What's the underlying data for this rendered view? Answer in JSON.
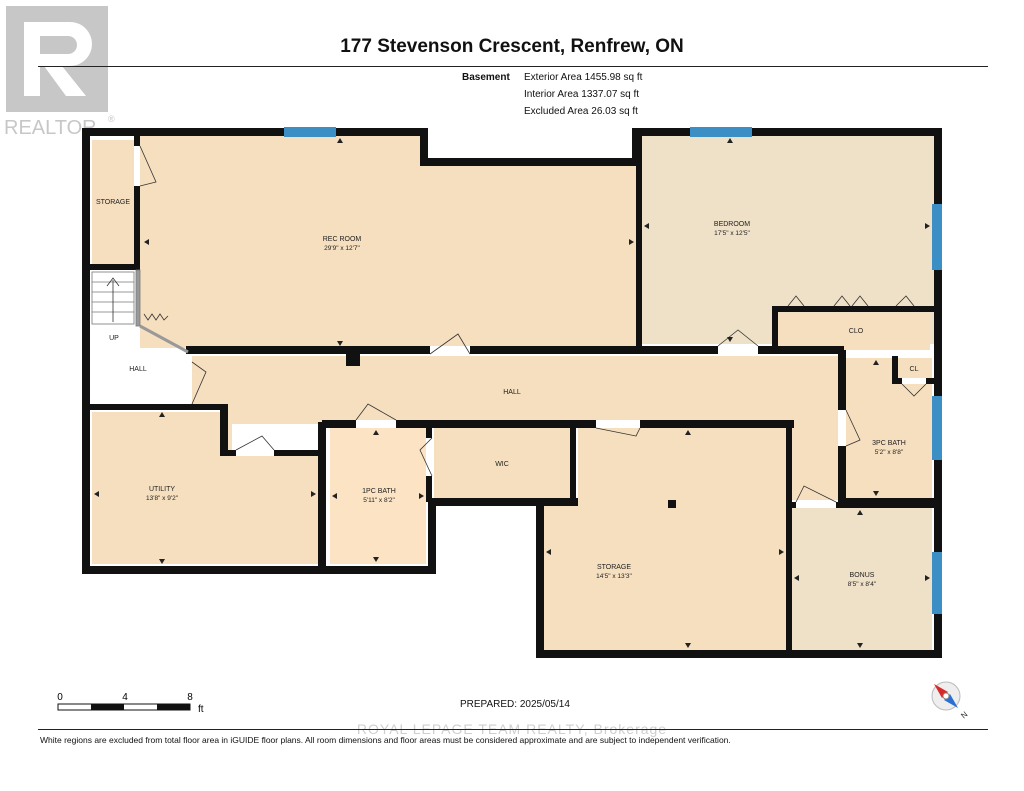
{
  "header": {
    "title": "177 Stevenson Crescent, Renfrew, ON",
    "floor_label": "Basement",
    "exterior_area": "Exterior Area 1455.98 sq ft",
    "interior_area": "Interior Area 1337.07 sq ft",
    "excluded_area": "Excluded Area 26.03 sq ft"
  },
  "logo": {
    "text": "REALTOR",
    "mark": "®"
  },
  "rooms": {
    "storage_top": {
      "name": "STORAGE"
    },
    "rec_room": {
      "name": "REC ROOM",
      "dims": "29'9\" x 12'7\""
    },
    "bedroom": {
      "name": "BEDROOM",
      "dims": "17'5\" x 12'5\""
    },
    "clo": {
      "name": "CLO"
    },
    "stairs": {
      "name": "UP"
    },
    "hall_small": {
      "name": "HALL"
    },
    "hall_main": {
      "name": "HALL"
    },
    "cl": {
      "name": "CL"
    },
    "bath3": {
      "name": "3PC BATH",
      "dims": "5'2\" x 8'8\""
    },
    "utility": {
      "name": "UTILITY",
      "dims": "13'8\" x 9'2\""
    },
    "bath1": {
      "name": "1PC BATH",
      "dims": "5'11\" x 8'2\""
    },
    "wic": {
      "name": "WIC"
    },
    "storage_main": {
      "name": "STORAGE",
      "dims": "14'5\" x 13'3\""
    },
    "bonus": {
      "name": "BONUS",
      "dims": "8'5\" x 8'4\""
    }
  },
  "scale": {
    "t0": "0",
    "t1": "4",
    "t2": "8",
    "unit": "ft"
  },
  "prepared": "PREPARED: 2025/05/14",
  "brokerage": "ROYAL LEPAGE TEAM REALTY, Brokerage",
  "footer": "White regions are excluded from total floor area in iGUIDE floor plans. All room dimensions and floor areas must be considered approximate and are subject to independent verification.",
  "colors": {
    "wall": "#111111",
    "room_fill": "#f6dfbf",
    "bedroom_fill": "#efe0c8",
    "window": "#3c8fc4"
  }
}
